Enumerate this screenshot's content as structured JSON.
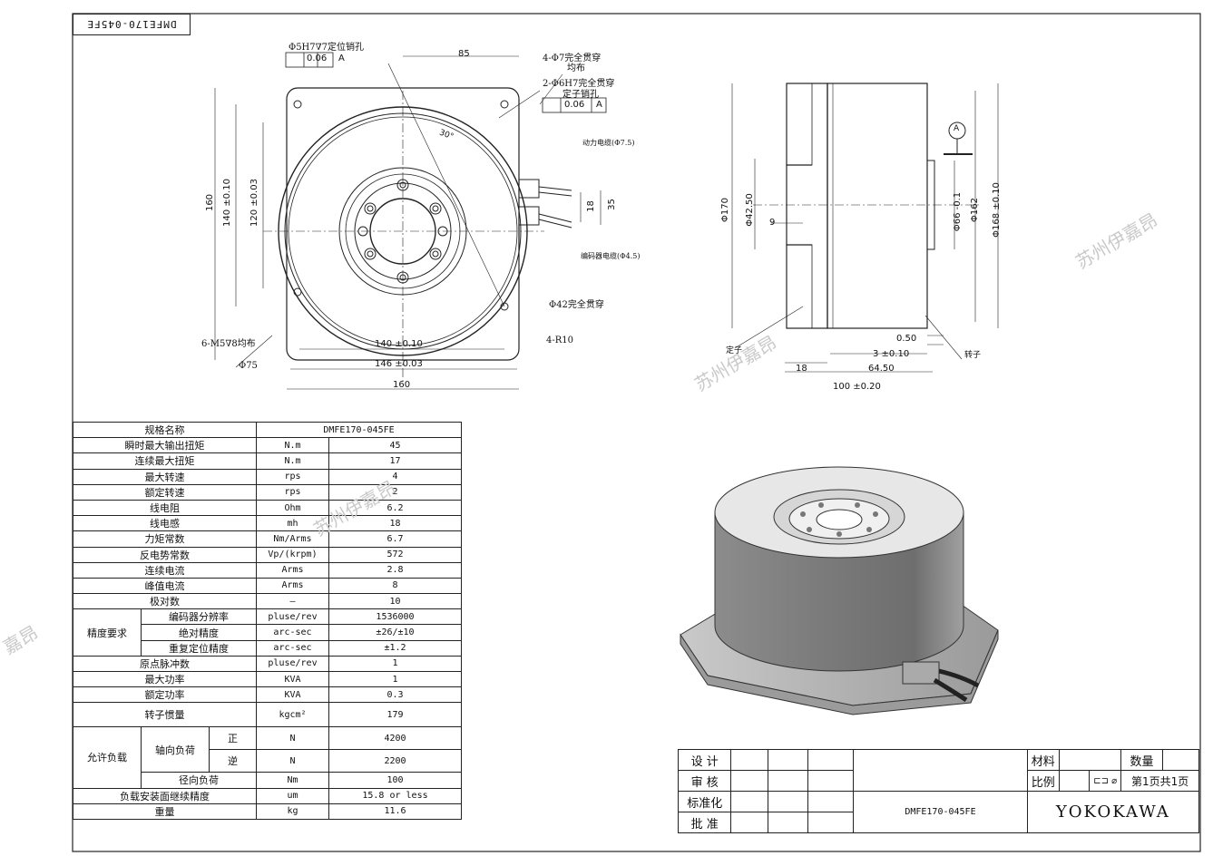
{
  "stamp": "DMFE170-045FE",
  "front_view": {
    "notes": {
      "pin_hole": "Φ5H7∇7定位销孔",
      "tol_1": "0.06",
      "datum_1": "A",
      "holes_4": "4-Φ7完全贯穿",
      "holes_4_b": "均布",
      "holes_2": "2-Φ6H7完全贯穿",
      "holes_2_b": "定子销孔",
      "tol_2": "0.06",
      "datum_2": "A",
      "power_cable": "动力电缆(Φ7.5)",
      "encoder_cable": "编码器电缆(Φ4.5)",
      "bore": "Φ42完全贯穿",
      "m5": "6-M5∇8均布",
      "d75": "Φ75",
      "r10": "4-R10",
      "angle": "30°"
    },
    "dims": {
      "top": "85",
      "h1": "140 ±0.10",
      "h2": "146 ±0.03",
      "h3": "160",
      "v1": "160",
      "v2": "140 ±0.10",
      "v3": "120 ±0.03",
      "c1": "18",
      "c2": "35"
    }
  },
  "side_view": {
    "datum": "A",
    "dims": {
      "d170": "Φ170",
      "d4250": "Φ42.50",
      "d9": "9",
      "d66": "Φ66 -0.1",
      "d162": "Φ162",
      "d168": "Φ168 ±0.10",
      "g050": "0.50",
      "g3": "3 ±0.10",
      "g18": "18",
      "g6450": "64.50",
      "g100": "100 ±0.20"
    },
    "stator": "定子",
    "rotor": "转子"
  },
  "spec_table": {
    "header": [
      "规格名称",
      "DMFE170-045FE"
    ],
    "rows": [
      [
        "瞬时最大输出扭矩",
        "N.m",
        "45"
      ],
      [
        "连续最大扭矩",
        "N.m",
        "17"
      ],
      [
        "最大转速",
        "rps",
        "4"
      ],
      [
        "额定转速",
        "rps",
        "2"
      ],
      [
        "线电阻",
        "Ohm",
        "6.2"
      ],
      [
        "线电感",
        "mh",
        "18"
      ],
      [
        "力矩常数",
        "Nm/Arms",
        "6.7"
      ],
      [
        "反电势常数",
        "Vp/(krpm)",
        "572"
      ],
      [
        "连续电流",
        "Arms",
        "2.8"
      ],
      [
        "峰值电流",
        "Arms",
        "8"
      ],
      [
        "极对数",
        "—",
        "10"
      ]
    ],
    "precision_group": "精度要求",
    "precision_rows": [
      [
        "编码器分辨率",
        "pluse/rev",
        "1536000"
      ],
      [
        "绝对精度",
        "arc-sec",
        "±26/±10"
      ],
      [
        "重复定位精度",
        "arc-sec",
        "±1.2"
      ]
    ],
    "rows2": [
      [
        "原点脉冲数",
        "pluse/rev",
        "1"
      ],
      [
        "最大功率",
        "KVA",
        "1"
      ],
      [
        "额定功率",
        "KVA",
        "0.3"
      ],
      [
        "转子惯量",
        "kgcm²",
        "179"
      ]
    ],
    "load_group": "允许负载",
    "axial": "轴向负荷",
    "axial_rows": [
      [
        "正",
        "N",
        "4200"
      ],
      [
        "逆",
        "N",
        "2200"
      ]
    ],
    "radial": [
      "径向负荷",
      "Nm",
      "100"
    ],
    "rows3": [
      [
        "负载安装面继续精度",
        "um",
        "15.8 or less"
      ],
      [
        "重量",
        "kg",
        "11.6"
      ]
    ]
  },
  "title_block": {
    "design": "设 计",
    "review": "审 核",
    "standard": "标准化",
    "approve": "批 准",
    "material": "材料",
    "quantity": "数量",
    "scale": "比例",
    "page": "第1页共1页",
    "model": "DMFE170-045FE",
    "company": "YOKOKAWA"
  },
  "watermarks": [
    "苏州伊嘉昂",
    "苏州伊嘉昂",
    "苏州伊嘉昂",
    "嘉昂"
  ]
}
